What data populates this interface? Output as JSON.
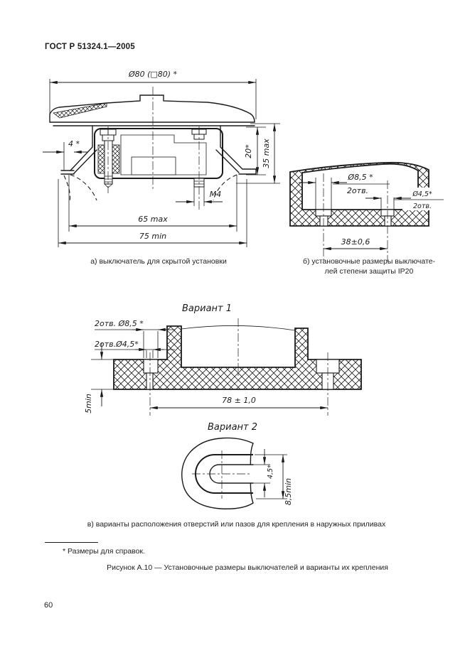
{
  "header": {
    "title": "ГОСТ Р 51324.1—2005"
  },
  "fig_a": {
    "caption": "а) выключатель для скрытой установки",
    "dims": {
      "d80": "Ø80 (□80) *",
      "d4": "4 *",
      "d20": "20*",
      "d35": "35 max",
      "m4": "M4",
      "d65": "65 max",
      "d75": "75 min"
    }
  },
  "fig_b": {
    "caption_line1": "б) установочные размеры выключате-",
    "caption_line2": "лей степени защиты IP20",
    "dims": {
      "d85": "Ø8,5 *",
      "d85_holes": "2отв.",
      "d45": "Ø4,5*",
      "d45_holes": "2отв.",
      "d38": "38±0,6"
    }
  },
  "variant1": {
    "title": "Вариант 1",
    "dims": {
      "holes85": "2отв. Ø8,5 *",
      "holes45": "2отв.Ø4,5*",
      "d5": "5min",
      "d78": "78 ± 1,0"
    }
  },
  "variant2": {
    "title": "Вариант 2",
    "dims": {
      "d45": "4,5*",
      "d85": "8,5min"
    }
  },
  "footer": {
    "caption_v": "в) варианты расположения отверстий или пазов для крепления в наружных приливах",
    "footnote": "* Размеры для справок.",
    "figure_caption": "Рисунок А.10 — Установочные размеры выключателей и варианты их крепления",
    "page_number": "60"
  }
}
